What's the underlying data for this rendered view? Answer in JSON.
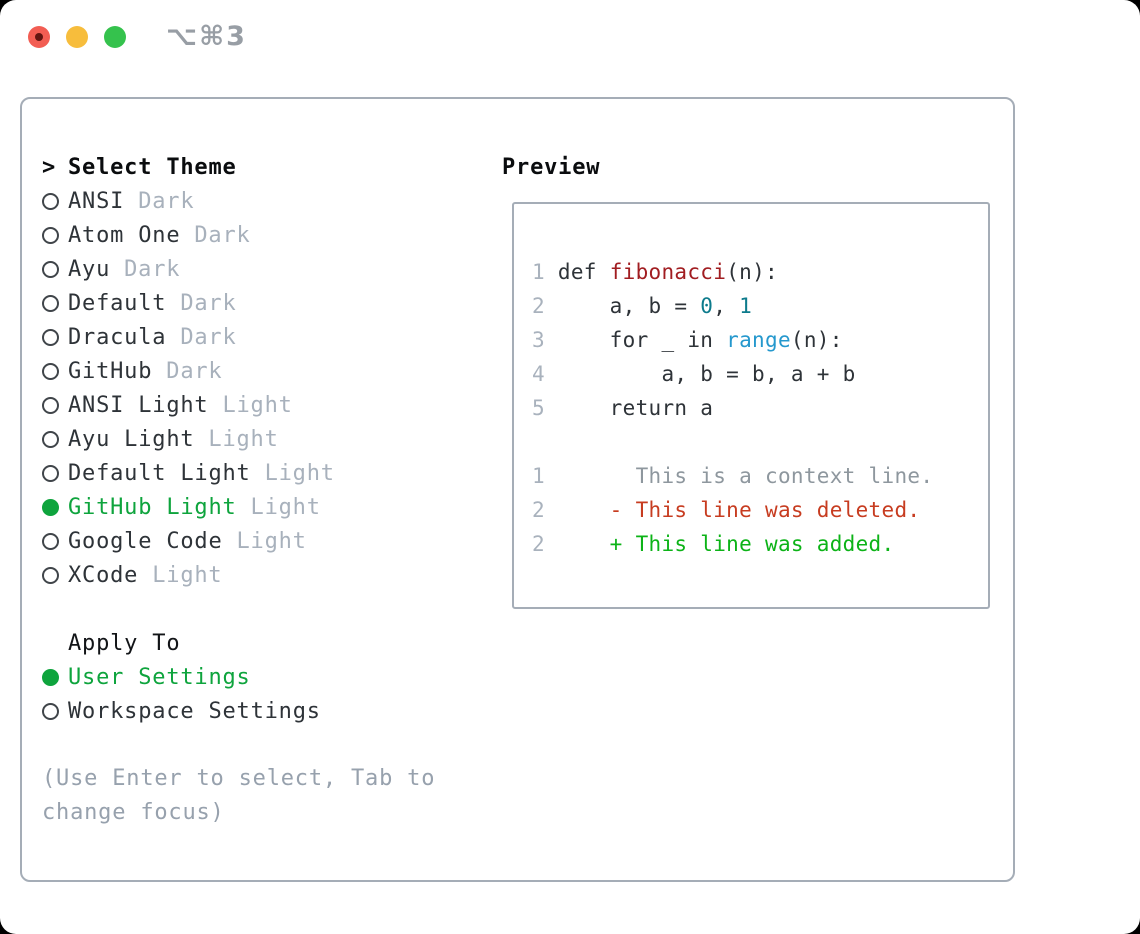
{
  "window": {
    "title": "⌥⌘3",
    "traffic_lights": [
      {
        "name": "close",
        "color": "#f25d53"
      },
      {
        "name": "minimize",
        "color": "#f7bd3c"
      },
      {
        "name": "zoom",
        "color": "#35c24d"
      }
    ]
  },
  "theme_panel": {
    "header": {
      "marker": ">",
      "label": "Select Theme"
    },
    "themes": [
      {
        "name": "ANSI",
        "tag": "Dark",
        "selected": false
      },
      {
        "name": "Atom One",
        "tag": "Dark",
        "selected": false
      },
      {
        "name": "Ayu",
        "tag": "Dark",
        "selected": false
      },
      {
        "name": "Default",
        "tag": "Dark",
        "selected": false
      },
      {
        "name": "Dracula",
        "tag": "Dark",
        "selected": false
      },
      {
        "name": "GitHub",
        "tag": "Dark",
        "selected": false
      },
      {
        "name": "ANSI Light",
        "tag": "Light",
        "selected": false
      },
      {
        "name": "Ayu Light",
        "tag": "Light",
        "selected": false
      },
      {
        "name": "Default Light",
        "tag": "Light",
        "selected": false
      },
      {
        "name": "GitHub Light",
        "tag": "Light",
        "selected": true
      },
      {
        "name": "Google Code",
        "tag": "Light",
        "selected": false
      },
      {
        "name": "XCode",
        "tag": "Light",
        "selected": false
      }
    ],
    "apply_to": {
      "label": "Apply To",
      "options": [
        {
          "name": "User Settings",
          "selected": true
        },
        {
          "name": "Workspace Settings",
          "selected": false
        }
      ]
    },
    "hint": "(Use Enter to select, Tab to change focus)"
  },
  "preview": {
    "label": "Preview",
    "code_lines": [
      {
        "num": "1",
        "tokens": [
          {
            "t": "def ",
            "c": "c"
          },
          {
            "t": "fibonacci",
            "c": "f"
          },
          {
            "t": "(n):",
            "c": "c"
          }
        ]
      },
      {
        "num": "2",
        "tokens": [
          {
            "t": "    a, b = ",
            "c": "c"
          },
          {
            "t": "0",
            "c": "n"
          },
          {
            "t": ", ",
            "c": "c"
          },
          {
            "t": "1",
            "c": "n"
          }
        ]
      },
      {
        "num": "3",
        "tokens": [
          {
            "t": "    for _ in ",
            "c": "c"
          },
          {
            "t": "range",
            "c": "b"
          },
          {
            "t": "(n):",
            "c": "c"
          }
        ]
      },
      {
        "num": "4",
        "tokens": [
          {
            "t": "        a, b = b, a + b",
            "c": "c"
          }
        ]
      },
      {
        "num": "5",
        "tokens": [
          {
            "t": "    return a",
            "c": "c"
          }
        ]
      }
    ],
    "diff_lines": [
      {
        "num": "1",
        "marker": " ",
        "text": "This is a context line.",
        "type": "context"
      },
      {
        "num": "2",
        "marker": "-",
        "text": "This line was deleted.",
        "type": "deleted"
      },
      {
        "num": "2",
        "marker": "+",
        "text": "This line was added.",
        "type": "added"
      }
    ]
  },
  "colors": {
    "selected_green": "#0ea43d",
    "diff_added": "#0cb317",
    "diff_deleted": "#c73c20",
    "diff_context": "#8e979e",
    "function_name": "#a11d21",
    "number_literal": "#0d7b8c",
    "builtin": "#2598cd",
    "line_number": "#a9b2bd",
    "variant_tag": "#a8b1bc",
    "panel_border": "#a5adb7",
    "hint_text": "#97a1ad"
  }
}
